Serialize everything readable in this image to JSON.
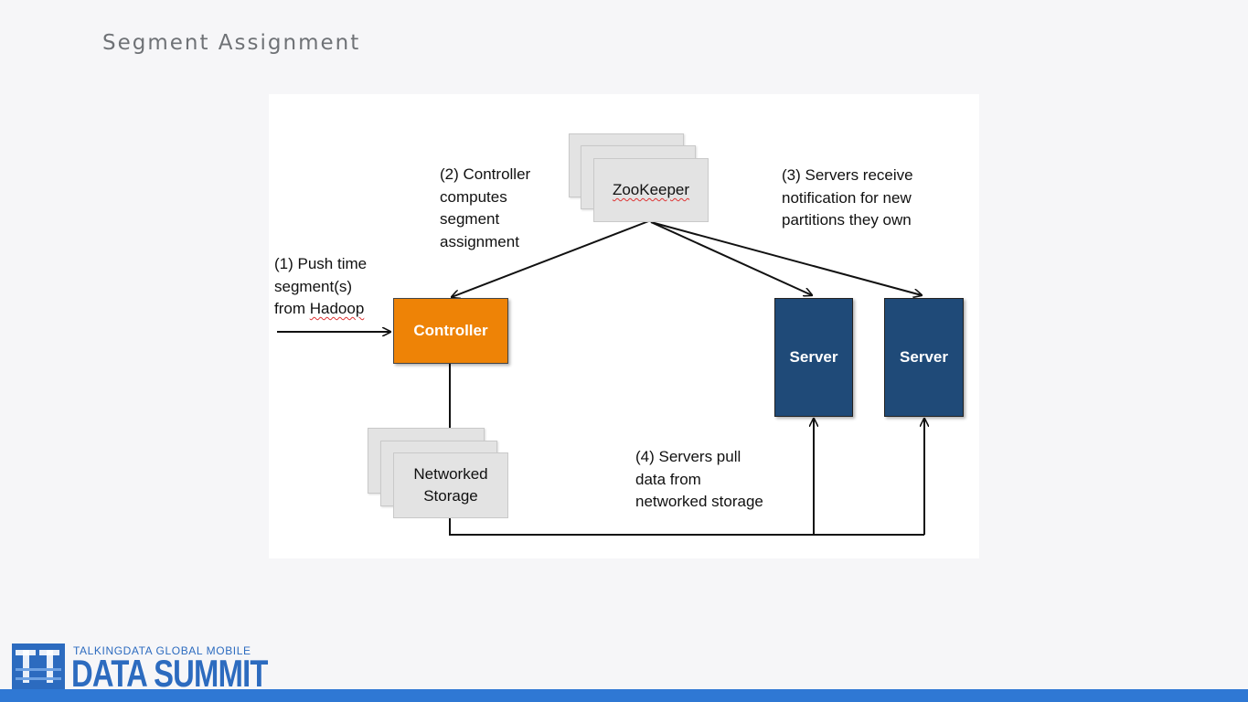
{
  "slide": {
    "title": "Segment Assignment"
  },
  "diagram": {
    "nodes": {
      "zookeeper": "ZooKeeper",
      "controller": "Controller",
      "server_1": "Server",
      "server_2": "Server",
      "networked_storage": "Networked\nStorage"
    },
    "notes": {
      "step1": "(1) Push time\nsegment(s)\nfrom",
      "step1_hadoop": "Hadoop",
      "step2": "(2) Controller\ncomputes\nsegment\nassignment",
      "step3": "(3) Servers receive\nnotification for new\npartitions they own",
      "step4": "(4) Servers pull\ndata from\nnetworked storage"
    },
    "colors": {
      "controller": "#ee8306",
      "server": "#1f4a78",
      "zookeeper": "#e3e3e3",
      "storage": "#e3e3e3"
    }
  },
  "branding": {
    "logo_top": "TALKINGDATA GLOBAL MOBILE",
    "logo_bottom": "DATA SUMMIT",
    "accent": "#2f78d4"
  }
}
